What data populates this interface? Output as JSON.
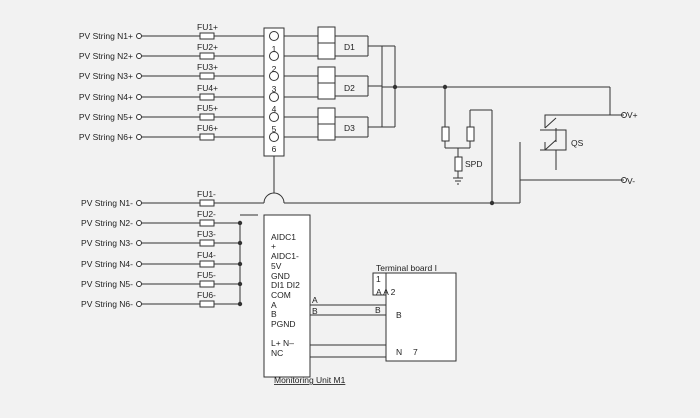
{
  "diagram": {
    "pos_inputs": [
      "PV String N1+",
      "PV String N2+",
      "PV String N3+",
      "PV String N4+",
      "PV String N5+",
      "PV String N6+"
    ],
    "neg_inputs": [
      "PV String N1-",
      "PV String N2-",
      "PV String N3-",
      "PV String N4-",
      "PV String N5-",
      "PV String N6-"
    ],
    "pos_fuses": [
      "FU1+",
      "FU2+",
      "FU3+",
      "FU4+",
      "FU5+",
      "FU6+"
    ],
    "neg_fuses": [
      "FU1-",
      "FU2-",
      "FU3-",
      "FU4-",
      "FU5-",
      "FU6-"
    ],
    "terminal_numbers": [
      "1",
      "2",
      "3",
      "4",
      "5",
      "6"
    ],
    "diodes": [
      "D1",
      "D2",
      "D3"
    ],
    "spd_label": "SPD",
    "switch_label": "QS",
    "output_pos": "V+",
    "output_neg": "V-",
    "monitoring_unit": {
      "title": "Monitoring Unit M1",
      "rows": [
        "AIDC1",
        "+",
        "AIDC1-",
        "5V",
        "GND",
        "DI1 DI2",
        "COM",
        "A",
        "B",
        "PGND"
      ],
      "power_rows": [
        "L+ N–",
        "NC"
      ]
    },
    "bus_labels": {
      "a": "A",
      "b": "B"
    },
    "terminal_board": {
      "title": "Terminal board I",
      "header_num": "1",
      "aa2": "A A 2",
      "b": "B",
      "n": "N",
      "seven": "7"
    }
  }
}
